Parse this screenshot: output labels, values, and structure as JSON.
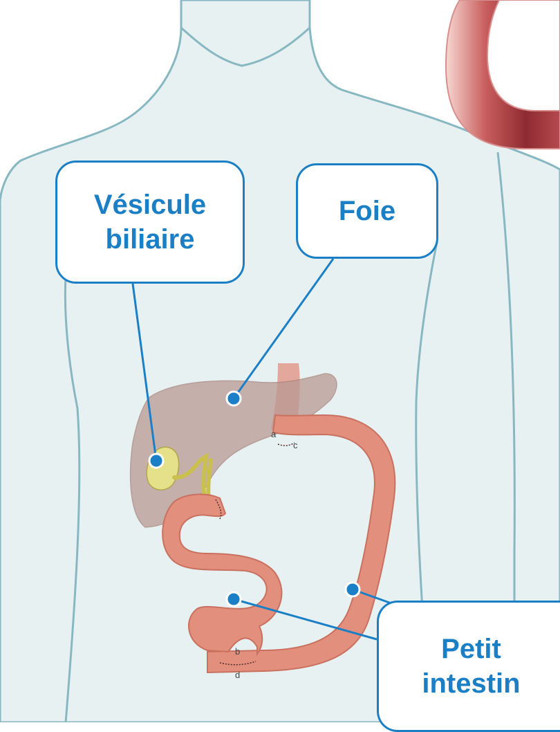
{
  "labels": {
    "gallbladder": {
      "line1": "Vésicule",
      "line2": "biliaire"
    },
    "liver": "Foie",
    "small_intestine": {
      "line1": "Petit",
      "line2": "intestin"
    }
  },
  "anastomosis_marks": {
    "a": "a",
    "b": "b",
    "c": "c",
    "d": "d"
  },
  "colors": {
    "accent": "#1b7fc6",
    "body_fill": "#e8f1f2",
    "body_outline": "#87b8c1",
    "intestine": "#e28f7d",
    "liver": "#b99a93",
    "gallbladder": "#e5e08a"
  }
}
